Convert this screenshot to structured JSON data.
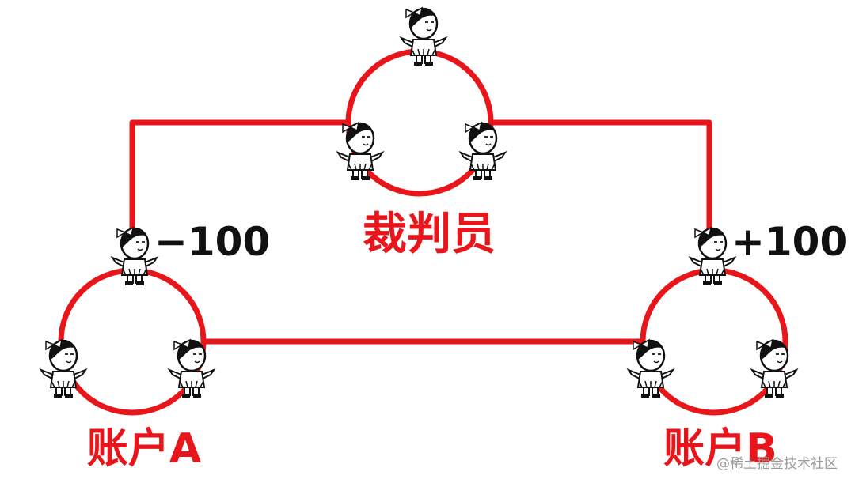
{
  "colors": {
    "line": "#e8161b",
    "figure": "#111111"
  },
  "labels": {
    "judge": "裁判员",
    "account_a": "账户A",
    "account_b": "账户B",
    "minus": "−100",
    "plus": "+100"
  },
  "watermark": "@稀土掘金技术社区",
  "icons": {
    "figure": "cartoon-character-icon"
  }
}
